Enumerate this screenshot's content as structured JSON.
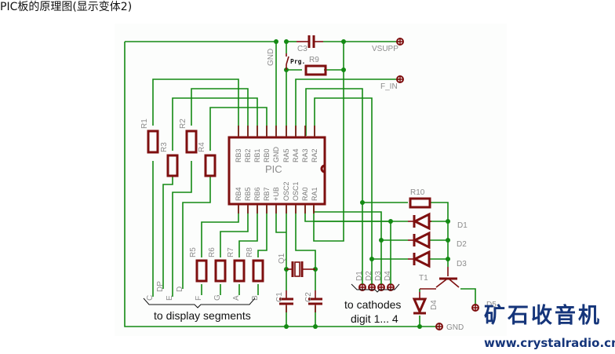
{
  "page_title": "PIC板的原理图(显示变体2)",
  "schematic": {
    "ic": {
      "name": "PIC",
      "top_pins": [
        "RB3",
        "RB2",
        "RB1",
        "RB0",
        "GND",
        "RA5",
        "RA4",
        "RA3",
        "RA2"
      ],
      "bottom_pins": [
        "RB4",
        "RB5",
        "RB6",
        "RB7",
        "+UB",
        "OSC2",
        "OSC1",
        "RA0",
        "RA1"
      ]
    },
    "resistors": [
      "R1",
      "R2",
      "R3",
      "R4",
      "R5",
      "R6",
      "R7",
      "R8",
      "R9",
      "R10"
    ],
    "capacitors": [
      "C1",
      "C2",
      "C3"
    ],
    "crystal": "Q1",
    "transistor": "T1",
    "diodes": [
      "D1",
      "D2",
      "D3",
      "D4"
    ],
    "switch_label": "Prg.",
    "net_labels": {
      "gnd_top": "GND",
      "vsupp": "VSUPP",
      "f_in": "F_IN",
      "gnd_bottom": "GND",
      "d5": "D5"
    },
    "segment_labels": [
      "C",
      "DP",
      "E",
      "D",
      "F",
      "G",
      "A",
      "B"
    ],
    "cathode_labels": [
      "D1",
      "D2",
      "D3",
      "D4"
    ],
    "captions": {
      "segments": "to display segments",
      "cathodes_line1": "to cathodes",
      "cathodes_line2": "digit 1... 4"
    }
  },
  "watermark": {
    "name": "矿石收音机",
    "url": "www.crystalradio.cn"
  }
}
